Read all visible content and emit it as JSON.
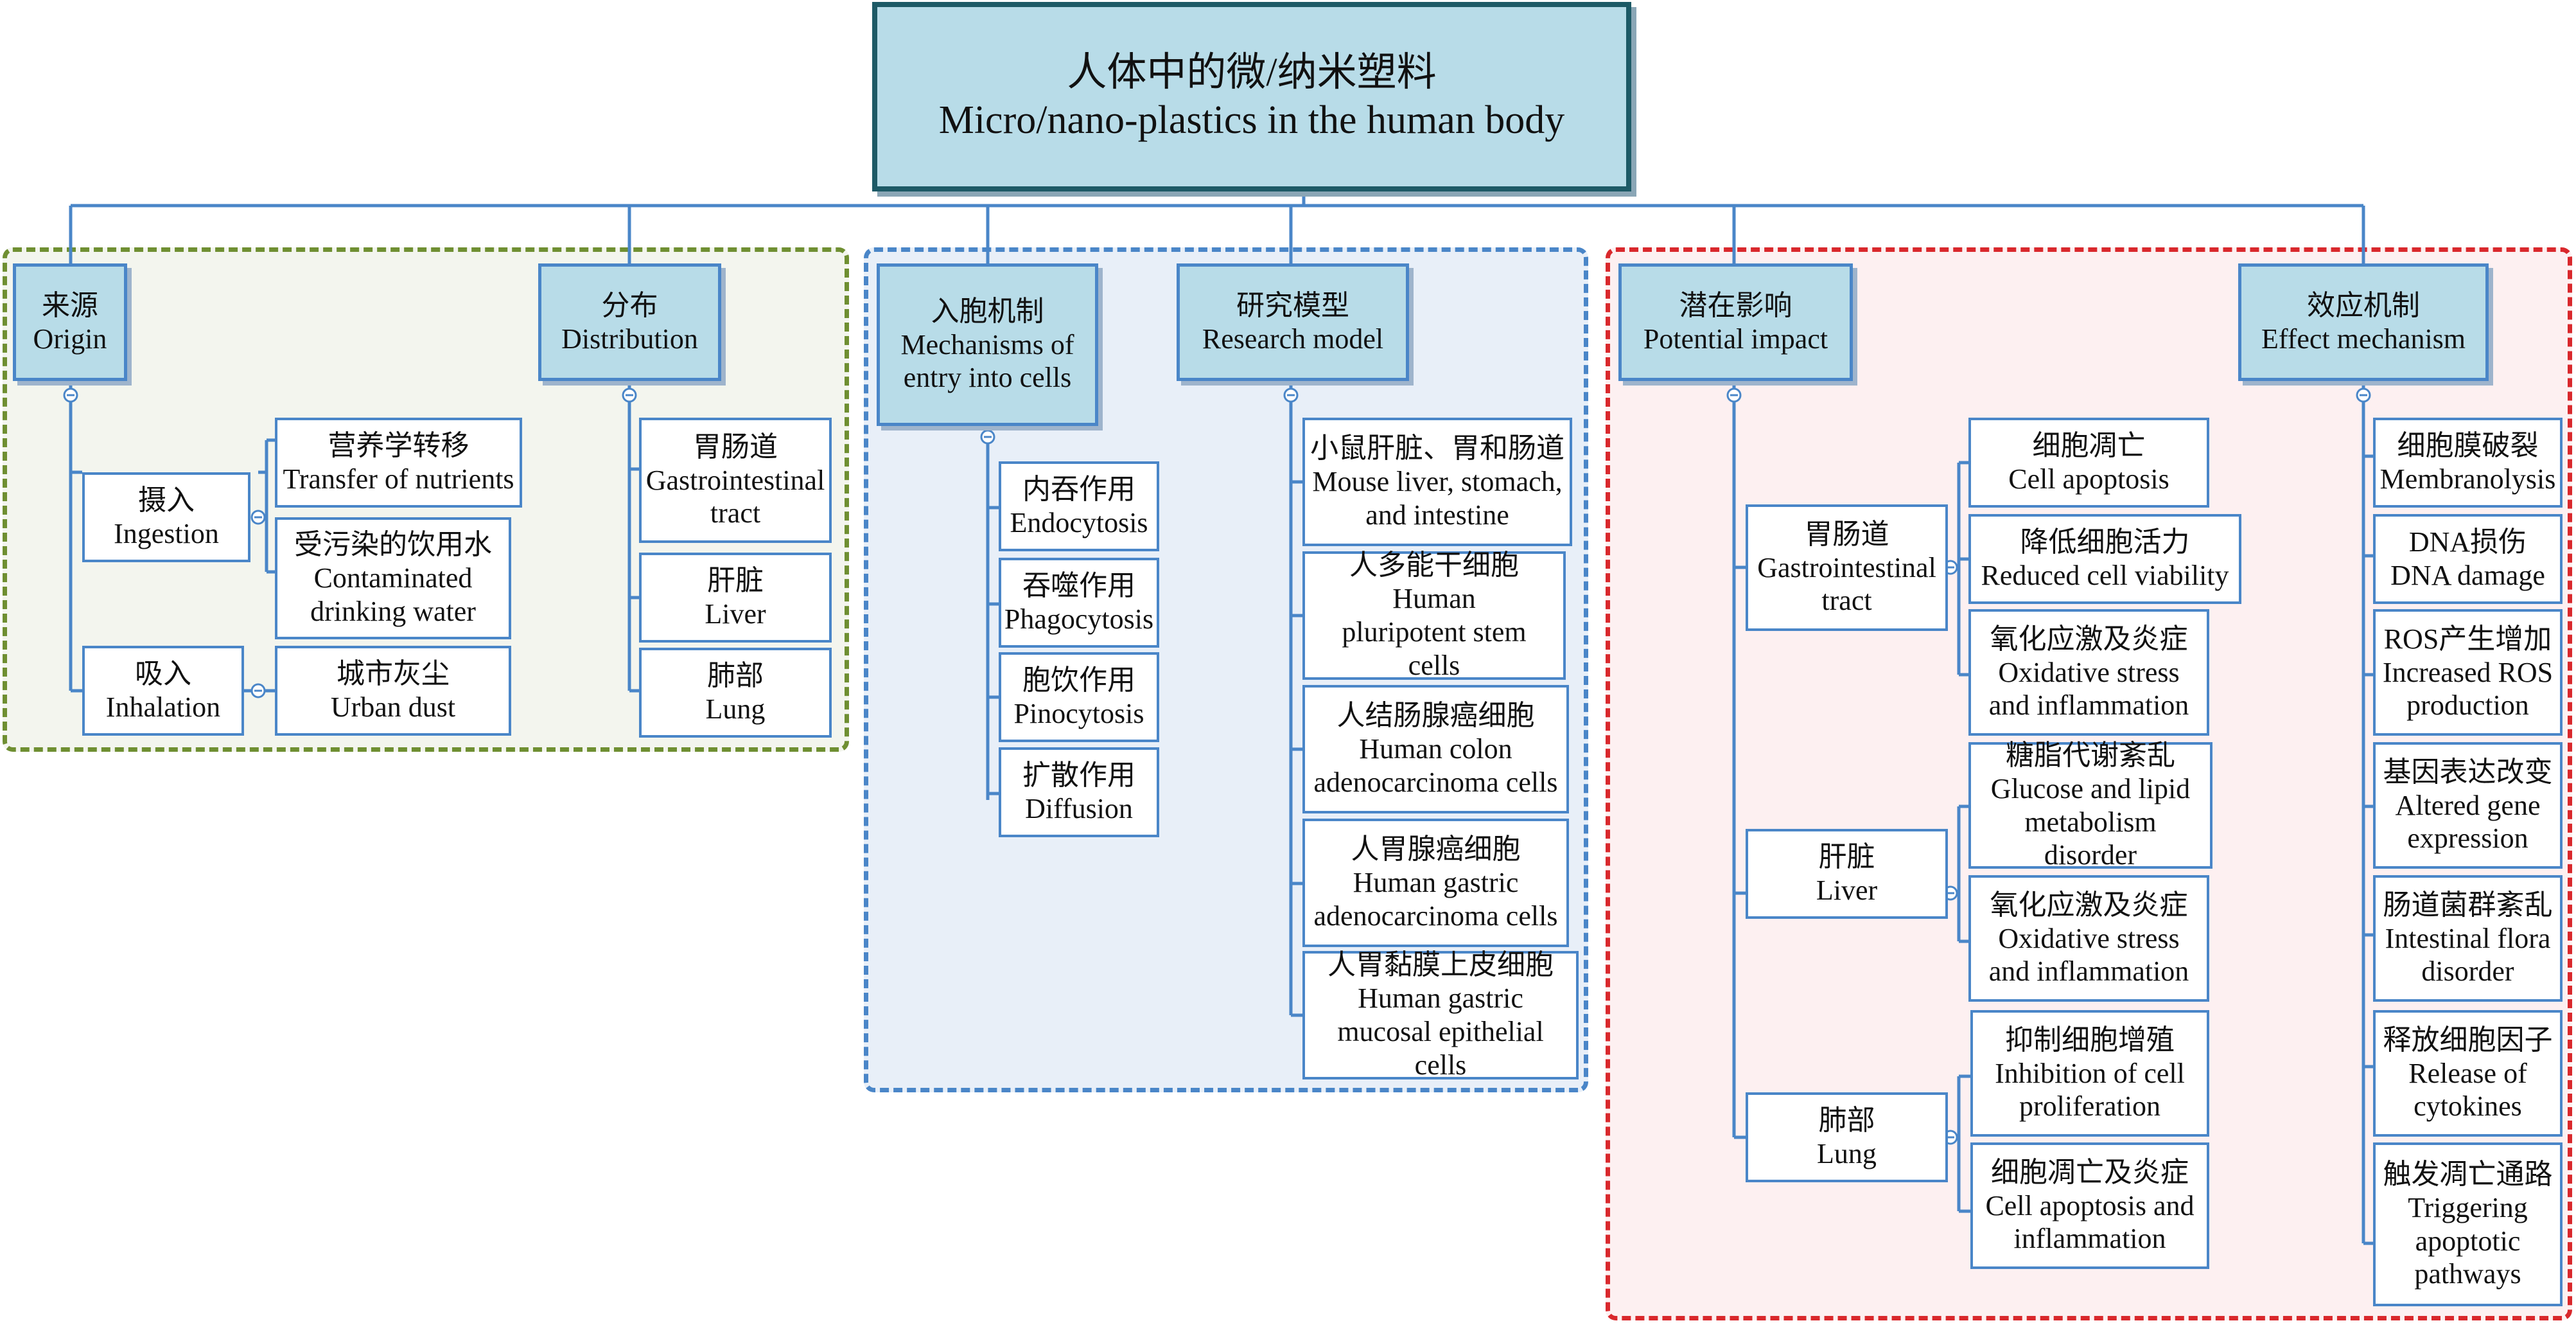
{
  "root": {
    "zh": "人体中的微/纳米塑料",
    "en": "Micro/nano-plastics in the human body"
  },
  "origin": {
    "zh": "来源",
    "en": "Origin",
    "ingestion": {
      "zh": "摄入",
      "en": "Ingestion",
      "items": [
        {
          "zh": "营养学转移",
          "en": "Transfer of nutrients"
        },
        {
          "zh": "受污染的饮用水",
          "en": "Contaminated drinking water"
        }
      ]
    },
    "inhalation": {
      "zh": "吸入",
      "en": "Inhalation",
      "items": [
        {
          "zh": "城市灰尘",
          "en": "Urban dust"
        }
      ]
    }
  },
  "distribution": {
    "zh": "分布",
    "en": "Distribution",
    "items": [
      {
        "zh": "胃肠道",
        "en": "Gastrointestinal tract"
      },
      {
        "zh": "肝脏",
        "en": "Liver"
      },
      {
        "zh": "肺部",
        "en": "Lung"
      }
    ]
  },
  "entry": {
    "zh": "入胞机制",
    "en": "Mechanisms of entry into cells",
    "items": [
      {
        "zh": "内吞作用",
        "en": "Endocytosis"
      },
      {
        "zh": "吞噬作用",
        "en": "Phagocytosis"
      },
      {
        "zh": "胞饮作用",
        "en": "Pinocytosis"
      },
      {
        "zh": "扩散作用",
        "en": "Diffusion"
      }
    ]
  },
  "research": {
    "zh": "研究模型",
    "en": "Research model",
    "items": [
      {
        "zh": "小鼠肝脏、胃和肠道",
        "en": "Mouse liver, stomach, and intestine"
      },
      {
        "zh": "人多能干细胞",
        "en": "Human pluripotent stem cells"
      },
      {
        "zh": "人结肠腺癌细胞",
        "en": "Human colon adenocarcinoma cells"
      },
      {
        "zh": "人胃腺癌细胞",
        "en": "Human gastric adenocarcinoma cells"
      },
      {
        "zh": "人胃黏膜上皮细胞",
        "en": "Human gastric mucosal epithelial cells"
      }
    ]
  },
  "impact": {
    "zh": "潜在影响",
    "en": "Potential impact",
    "gi": {
      "zh": "胃肠道",
      "en": "Gastrointestinal tract",
      "items": [
        {
          "zh": "细胞凋亡",
          "en": "Cell apoptosis"
        },
        {
          "zh": "降低细胞活力",
          "en": "Reduced cell viability"
        },
        {
          "zh": "氧化应激及炎症",
          "en": "Oxidative stress and inflammation"
        }
      ]
    },
    "liver": {
      "zh": "肝脏",
      "en": "Liver",
      "items": [
        {
          "zh": "糖脂代谢紊乱",
          "en": "Glucose and lipid metabolism disorder"
        },
        {
          "zh": "氧化应激及炎症",
          "en": "Oxidative stress and inflammation"
        }
      ]
    },
    "lung": {
      "zh": "肺部",
      "en": "Lung",
      "items": [
        {
          "zh": "抑制细胞增殖",
          "en": "Inhibition of cell proliferation"
        },
        {
          "zh": "细胞凋亡及炎症",
          "en": "Cell apoptosis and inflammation"
        }
      ]
    }
  },
  "mechanism": {
    "zh": "效应机制",
    "en": "Effect mechanism",
    "items": [
      {
        "zh": "细胞膜破裂",
        "en": "Membranolysis"
      },
      {
        "zh": "DNA损伤",
        "en": "DNA damage"
      },
      {
        "zh": "ROS产生增加",
        "en": "Increased ROS production"
      },
      {
        "zh": "基因表达改变",
        "en": "Altered gene expression"
      },
      {
        "zh": "肠道菌群紊乱",
        "en": "Intestinal flora disorder"
      },
      {
        "zh": "释放细胞因子",
        "en": "Release of cytokines"
      },
      {
        "zh": "触发凋亡通路",
        "en": "Triggering apoptotic pathways"
      }
    ]
  }
}
